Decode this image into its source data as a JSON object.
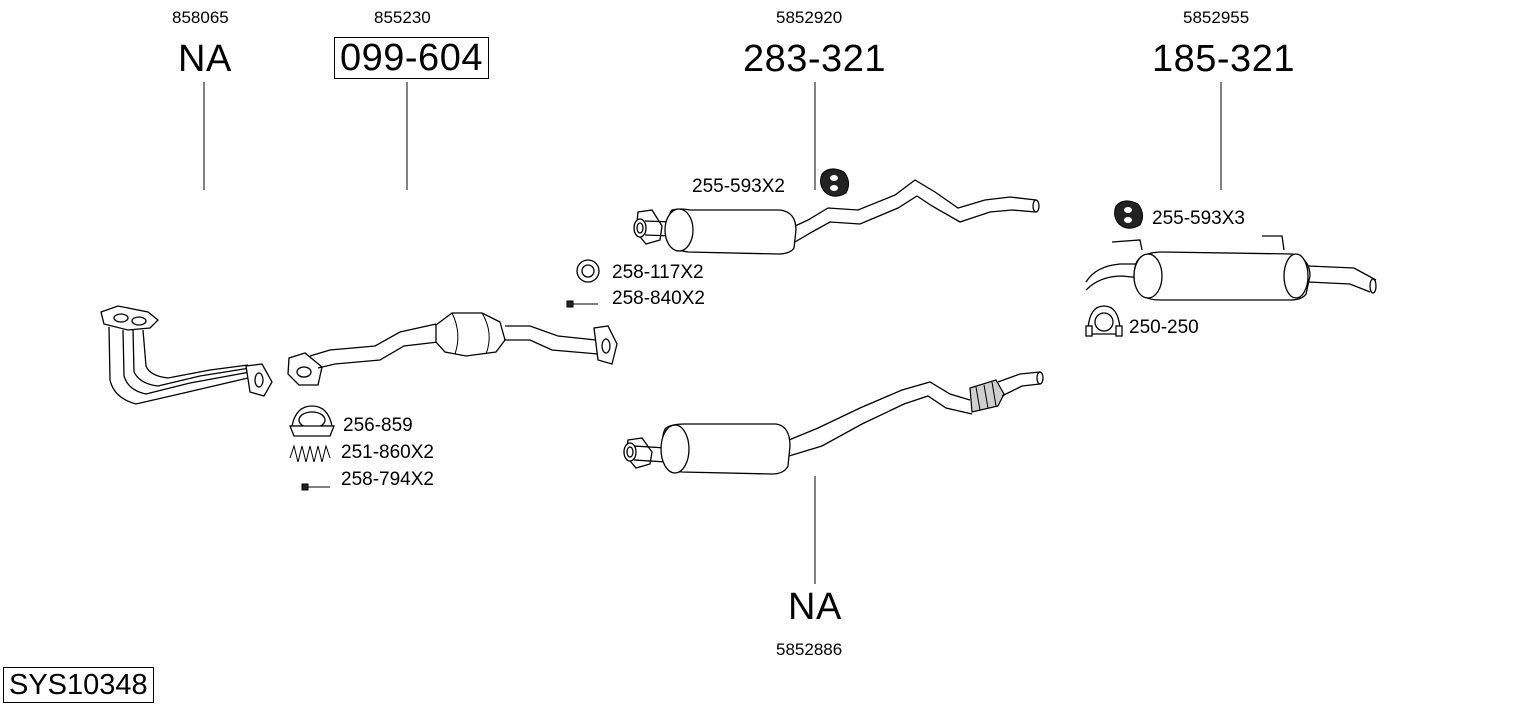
{
  "diagram": {
    "code": "SYS10348",
    "callouts": [
      {
        "id": "front-pipe",
        "ref": "858065",
        "part": "NA",
        "boxed": false
      },
      {
        "id": "catalytic-converter",
        "ref": "855230",
        "part": "099-604",
        "boxed": true
      },
      {
        "id": "middle-silencer",
        "ref": "5852920",
        "part": "283-321",
        "boxed": false
      },
      {
        "id": "rear-silencer",
        "ref": "5852955",
        "part": "185-321",
        "boxed": false
      },
      {
        "id": "alt-middle-silencer",
        "ref": "5852886",
        "part": "NA",
        "boxed": false
      }
    ],
    "accessories": [
      {
        "id": "gasket",
        "label": "256-859"
      },
      {
        "id": "spring",
        "label": "251-860X2"
      },
      {
        "id": "bolt-front",
        "label": "258-794X2"
      },
      {
        "id": "ring",
        "label": "258-117X2"
      },
      {
        "id": "bolt-mid",
        "label": "258-840X2"
      },
      {
        "id": "hanger-mid",
        "label": "255-593X2"
      },
      {
        "id": "hanger-rear",
        "label": "255-593X3"
      },
      {
        "id": "clamp",
        "label": "250-250"
      }
    ]
  }
}
